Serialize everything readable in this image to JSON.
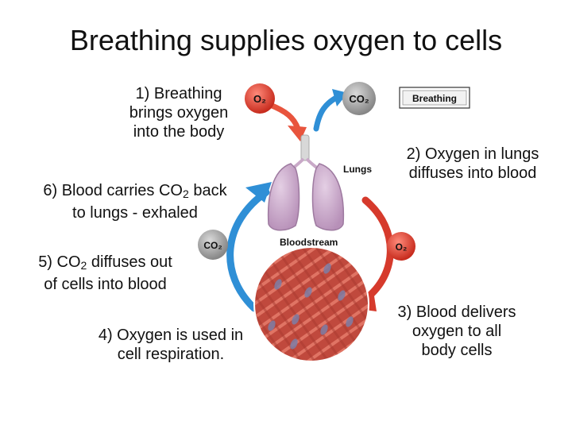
{
  "title": "Breathing supplies oxygen to cells",
  "steps": {
    "s1_line1": "1)  Breathing",
    "s1_line2": "brings oxygen",
    "s1_line3": "into the body",
    "s2_line1": "2)  Oxygen in lungs",
    "s2_line2": "diffuses into blood",
    "s3_line1": "3)  Blood delivers",
    "s3_line2": "oxygen to all",
    "s3_line3": "body cells",
    "s4_line1": "4)  Oxygen is used in",
    "s4_line2": "cell respiration.",
    "s5_pre": "5)  CO",
    "s5_sub": "2",
    "s5_post": " diffuses out",
    "s5_line2": "of cells into blood",
    "s6_pre": "6) Blood carries CO",
    "s6_sub": "2",
    "s6_post": " back",
    "s6_line2": "to lungs - exhaled"
  },
  "diagram": {
    "o2_label": "O₂",
    "co2_label": "CO₂",
    "o2_label_b": "O₂",
    "co2_label_b": "CO₂",
    "breathing_label": "Breathing",
    "lungs_label": "Lungs",
    "bloodstream_label": "Bloodstream"
  },
  "colors": {
    "o2_badge": "#d63a2c",
    "co2_badge": "#8f8f8f",
    "blood_arrow_blue": "#2f8fd6",
    "blood_arrow_red": "#d63a2c",
    "lungs": "#c8a6c8",
    "muscle": "#c0493d"
  }
}
